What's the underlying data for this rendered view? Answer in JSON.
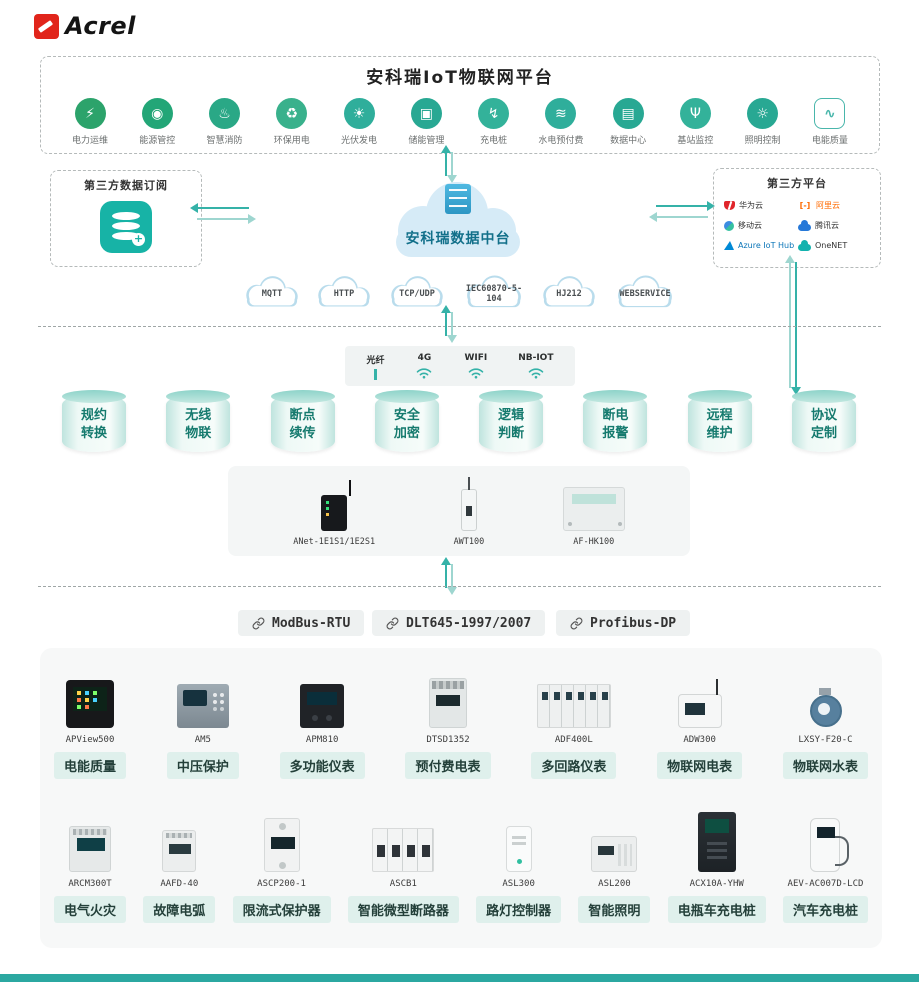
{
  "brand": {
    "name": "Acrel"
  },
  "header": {
    "title": "安科瑞IoT物联网平台"
  },
  "apps": [
    {
      "label": "电力运维",
      "glyph": "⚡",
      "color": "#2ca36b"
    },
    {
      "label": "能源管控",
      "glyph": "◉",
      "color": "#23a677"
    },
    {
      "label": "智慧消防",
      "glyph": "♨",
      "color": "#2aa886"
    },
    {
      "label": "环保用电",
      "glyph": "♻",
      "color": "#39b18c"
    },
    {
      "label": "光伏发电",
      "glyph": "☀",
      "color": "#2fae9b"
    },
    {
      "label": "储能管理",
      "glyph": "▣",
      "color": "#28a893"
    },
    {
      "label": "充电桩",
      "glyph": "↯",
      "color": "#33b29a"
    },
    {
      "label": "水电预付费",
      "glyph": "≋",
      "color": "#2fae9b"
    },
    {
      "label": "数据中心",
      "glyph": "▤",
      "color": "#28a893"
    },
    {
      "label": "基站监控",
      "glyph": "Ψ",
      "color": "#33b29a"
    },
    {
      "label": "照明控制",
      "glyph": "☼",
      "color": "#28a893"
    },
    {
      "label": "电能质量",
      "glyph": "∿",
      "color": "#3ab3a5"
    }
  ],
  "exchange": {
    "left_box_title": "第三方数据订阅",
    "cloud_label": "安科瑞数据中台",
    "right_box_title": "第三方平台",
    "vendors": [
      {
        "name": "华为云",
        "logo": "huawei",
        "text_color": "#333333"
      },
      {
        "name": "阿里云",
        "logo": "aliyun",
        "text_color": "#ff6a00"
      },
      {
        "name": "移动云",
        "logo": "mobile",
        "text_color": "#333333"
      },
      {
        "name": "腾讯云",
        "logo": "tencent",
        "text_color": "#333333"
      },
      {
        "name": "Azure IoT Hub",
        "logo": "azure",
        "text_color": "#0a75b8"
      },
      {
        "name": "OneNET",
        "logo": "onenet",
        "text_color": "#333333"
      }
    ]
  },
  "protocol_clouds": [
    "MQTT",
    "HTTP",
    "TCP/UDP",
    "IEC60870-5-104",
    "HJ212",
    "WEBSERVICE"
  ],
  "connectivity": [
    {
      "label": "光纤"
    },
    {
      "label": "4G"
    },
    {
      "label": "WIFI"
    },
    {
      "label": "NB-IOT"
    }
  ],
  "features": [
    {
      "lines": [
        "规约",
        "转换"
      ]
    },
    {
      "lines": [
        "无线",
        "物联"
      ]
    },
    {
      "lines": [
        "断点",
        "续传"
      ]
    },
    {
      "lines": [
        "安全",
        "加密"
      ]
    },
    {
      "lines": [
        "逻辑",
        "判断"
      ]
    },
    {
      "lines": [
        "断电",
        "报警"
      ]
    },
    {
      "lines": [
        "远程",
        "维护"
      ]
    },
    {
      "lines": [
        "协议",
        "定制"
      ]
    }
  ],
  "gateways": [
    {
      "model": "ANet-1E1S1/1E2S1",
      "image": "gw-anet"
    },
    {
      "model": "AWT100",
      "image": "gw-awt"
    },
    {
      "model": "AF-HK100",
      "image": "gw-hk"
    }
  ],
  "bus_protocols": [
    "ModBus-RTU",
    "DLT645-1997/2007",
    "Profibus-DP"
  ],
  "devices": {
    "row1": [
      {
        "model": "APView500",
        "label": "电能质量",
        "image": "black-panel"
      },
      {
        "model": "AM5",
        "label": "中压保护",
        "image": "relay"
      },
      {
        "model": "APM810",
        "label": "多功能仪表",
        "image": "black-meter"
      },
      {
        "model": "DTSD1352",
        "label": "预付费电表",
        "image": "din-meter"
      },
      {
        "model": "ADF400L",
        "label": "多回路仪表",
        "image": "din-wide"
      },
      {
        "model": "ADW300",
        "label": "物联网电表",
        "image": "iot-meter"
      },
      {
        "model": "LXSY-F20-C",
        "label": "物联网水表",
        "image": "water-meter"
      }
    ],
    "row2": [
      {
        "model": "ARCM300T",
        "label": "电气火灾",
        "image": "din-meter2"
      },
      {
        "model": "AAFD-40",
        "label": "故障电弧",
        "image": "din-small"
      },
      {
        "model": "ASCP200-1",
        "label": "限流式保护器",
        "image": "tall-module"
      },
      {
        "model": "ASCB1",
        "label": "智能微型断路器",
        "image": "breakers"
      },
      {
        "model": "ASL300",
        "label": "路灯控制器",
        "image": "ctrl-box"
      },
      {
        "model": "ASL200",
        "label": "智能照明",
        "image": "din-small2"
      },
      {
        "model": "ACX10A-YHW",
        "label": "电瓶车充电桩",
        "image": "pillar"
      },
      {
        "model": "AEV-AC007D-LCD",
        "label": "汽车充电桩",
        "image": "wallbox"
      }
    ]
  },
  "colors": {
    "teal": "#35b2a8",
    "chip_bg": "#dff0ec",
    "footer": "#2ba8a1"
  }
}
